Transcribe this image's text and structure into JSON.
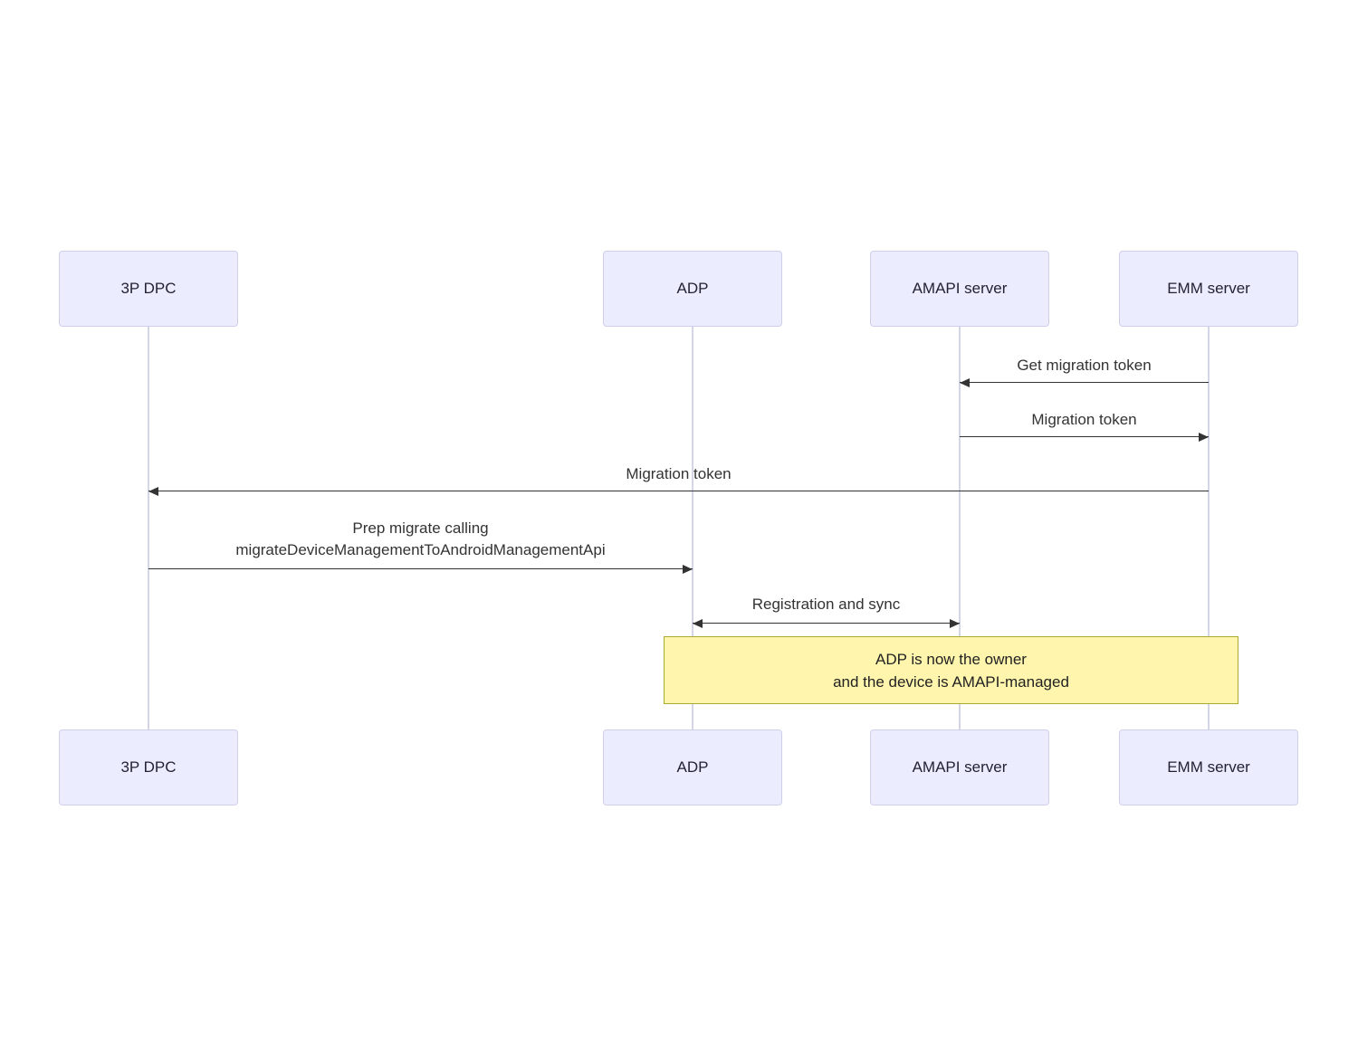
{
  "diagram": {
    "type": "sequence-diagram",
    "actors": [
      {
        "label": "3P DPC"
      },
      {
        "label": "ADP"
      },
      {
        "label": "AMAPI server"
      },
      {
        "label": "EMM server"
      }
    ],
    "messages": [
      {
        "label": "Get migration token",
        "from": "EMM server",
        "to": "AMAPI server",
        "arrow": "left"
      },
      {
        "label": "Migration token",
        "from": "AMAPI server",
        "to": "EMM server",
        "arrow": "right"
      },
      {
        "label": "Migration token",
        "from": "EMM server",
        "to": "3P DPC",
        "arrow": "left"
      },
      {
        "lines": [
          "Prep migrate calling",
          "migrateDeviceManagementToAndroidManagementApi"
        ],
        "from": "3P DPC",
        "to": "ADP",
        "arrow": "right"
      },
      {
        "label": "Registration and sync",
        "from": "ADP",
        "to": "AMAPI server",
        "arrow": "both"
      }
    ],
    "note": {
      "lines": [
        "ADP is now the owner",
        "and the device is AMAPI-managed"
      ]
    },
    "colors": {
      "actor_fill": "#ECECFF",
      "actor_border": "#CFCFE9",
      "lifeline": "#D5D5E8",
      "arrow": "#333333",
      "note_fill": "#FFF5AD",
      "note_border": "#AAAA33",
      "text": "#333333"
    }
  }
}
